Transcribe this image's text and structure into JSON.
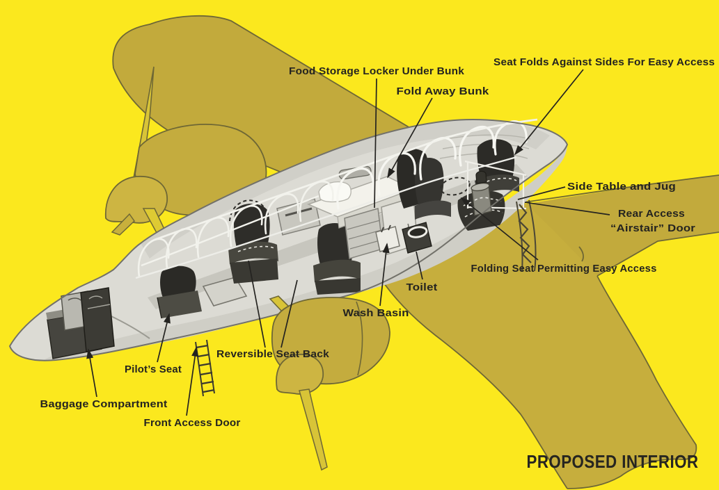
{
  "diagram": {
    "title": "PROPOSED INTERIOR",
    "labels": {
      "food_storage": "Food Storage Locker Under Bunk",
      "fold_away_bunk": "Fold Away Bunk",
      "seat_folds": "Seat Folds Against Sides For Easy Access",
      "side_table": "Side Table and Jug",
      "rear_access_1": "Rear Access",
      "rear_access_2": "“Airstair” Door",
      "folding_seat": "Folding Seat Permitting Easy Access",
      "toilet": "Toilet",
      "wash_basin": "Wash Basin",
      "reversible_seat_back": "Reversible Seat Back",
      "pilots_seat": "Pilot’s Seat",
      "baggage_compartment": "Baggage Compartment",
      "front_access_door": "Front Access Door"
    },
    "colors": {
      "background": "#FBE81E",
      "wing_olive": "#C2AA3C",
      "wing_olive_near": "#C6AE3D",
      "outline_olive": "#6E6735",
      "fuselage_gray": "#DCDBD4",
      "ink": "#242320",
      "frame_white": "#F6F6F1"
    }
  }
}
